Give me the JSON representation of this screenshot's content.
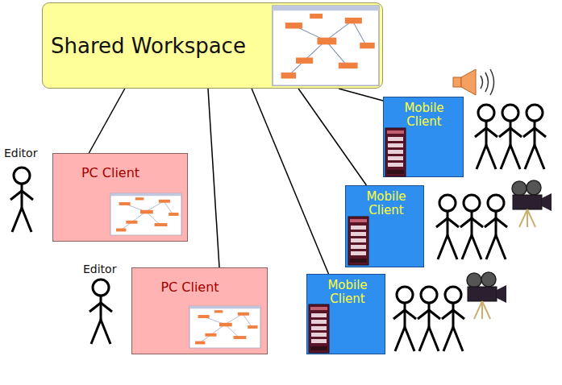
{
  "diagram": {
    "nodes": [
      {
        "text": [
          "Shared Workspace"
        ]
      },
      {
        "text": [
          "Mobile Client"
        ]
      },
      {
        "text": [
          "PC Client"
        ]
      },
      {
        "text": [
          "Mobile Client"
        ]
      },
      {
        "text": [
          "PC Client"
        ]
      },
      {
        "text": [
          "Mobile Client"
        ]
      }
    ],
    "edges": [
      {
        "from": 0,
        "to": 1,
        "arrow": "none"
      },
      {
        "from": 0,
        "to": 2,
        "arrow": "none"
      },
      {
        "from": 0,
        "to": 3,
        "arrow": "none"
      },
      {
        "from": 0,
        "to": 4,
        "arrow": "none"
      },
      {
        "from": 0,
        "to": 5,
        "arrow": "none"
      }
    ],
    "labels": [
      "Editor",
      "Editor"
    ]
  }
}
